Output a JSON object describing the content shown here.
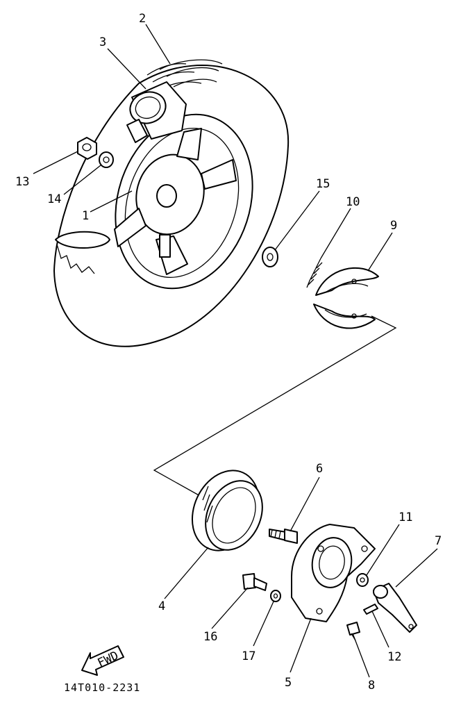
{
  "diagram": {
    "part_numbers": [
      "1",
      "2",
      "3",
      "4",
      "5",
      "6",
      "7",
      "8",
      "9",
      "10",
      "11",
      "12",
      "13",
      "14",
      "15",
      "16",
      "17"
    ],
    "fwd_label": "FWD",
    "drawing_code": "14T010-2231"
  }
}
